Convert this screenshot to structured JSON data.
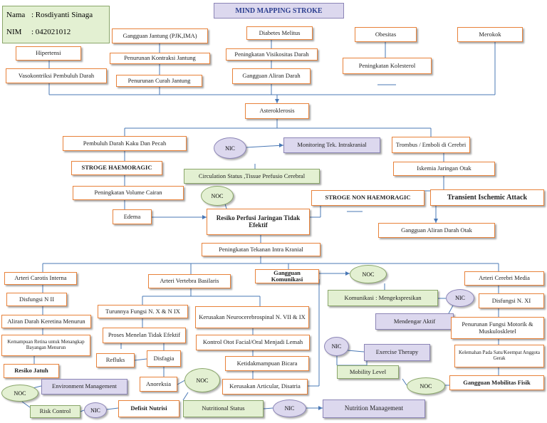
{
  "identity": {
    "name_label": "Nama",
    "name_value": ": Rosdiyanti Sinaga",
    "nim_label": "NIM",
    "nim_value": ": 042021012"
  },
  "title": "MIND MAPPING STROKE",
  "colors": {
    "box_border": "#e8823a",
    "noc_fill": "#e3f0d2",
    "nic_fill": "#dcd8ee",
    "connector": "#4a78b5"
  },
  "nodes": {
    "gangguan_jantung": "Gangguan Jantung (PJK,IMA)",
    "diabetes": "Diabetes Melitus",
    "obesitas": "Obesitas",
    "merokok": "Merokok",
    "hipertensi": "Hipertensi",
    "penurunan_kontraksi": "Penurunan Kontraksi Jantung",
    "peningkatan_viskositas": "Peningkatan Visikositas Darah",
    "vasokontriksi": "Vasokontriksi Pembuluh Darah",
    "penurunan_curah": "Penurunan Curah Jantung",
    "gangguan_aliran_darah": "Gangguan Aliran Darah",
    "peningkatan_kolesterol": "Peningkatan Kolesterol",
    "asteroklerosis": "Asteroklerosis",
    "pembuluh_kaku": "Pembuluh Darah Kaku Dan Pecah",
    "nic_monitoring": "NIC",
    "monitoring_tek": "Monitoring Tek. Intrakranial",
    "trombus": "Trombus / Emboli di Cerebri",
    "stroke_haemoragic": "STROGE HAEMORAGIC",
    "circulation_status": "Circulation Status ,Tissue Prefusio Cerebral",
    "iskemia": "Iskemia Jaringan Otak",
    "peningkatan_volume": "Peningkatan Volume Cairan",
    "noc_perfusi": "NOC",
    "stroke_non": "STROGE NON HAEMORAGIC",
    "tia": "Transient Ischemic Attack",
    "edema": "Edema",
    "resiko_perfusi": "Resiko Perfusi Jaringan Tidak Efektif",
    "gangguan_aliran_otak": "Gangguan Aliran Darah Otak",
    "peningkatan_tik": "Peningkatan Tekanan Intra Kranial",
    "arteri_carotis": "Arteri Carotis Interna",
    "arteri_vertebra": "Arteri Vertebra Basilaris",
    "gangguan_komunikasi": "Gangguan Komunikasi",
    "noc_komunikasi": "NOC",
    "arteri_cerebri": "Arteri Cerebri Media",
    "disfungsi_n2": "Disfungsi N II",
    "komunikasi_mengekspresikan": "Komunikasi : Mengekspresikan",
    "nic_mendengar": "NIC",
    "disfungsi_n11": "Disfungsi N. XI",
    "turunnya_fungsi": "Turunnya Fungsi N. X & N IX",
    "kerusakan_neuro": "Kerusakan Neurocerebrospinal N. VII & IX",
    "aliran_retina": "Aliran Darah Keretina Menurun",
    "mendengar_aktif": "Mendengar Aktif",
    "penurunan_motorik": "Penurunan Fungsi Motorik & Muskuloskletel",
    "proses_menelan": "Proses Menelan Tidak Efektif",
    "kemampuan_retina": "Kemampuan Retina untuk Menangkap Bayangan Menurun",
    "kontrol_otot": "Kontrol Otot Facial/Oral Menjadi Lemah",
    "nic_exercise": "NIC",
    "exercise_therapy": "Exercise Therapy",
    "kelemahan": "Kelemahan Pada Satu/Keempat Anggota Gerak",
    "refluks": "Refluks",
    "disfagia": "Disfagia",
    "ketidakmampuan": "Ketidakmampuan Bicara",
    "resiko_jatuh": "Resiko Jatuh",
    "mobility_level": "Mobility Level",
    "noc_environment": "NOC",
    "environment_mgmt": "Environment Management",
    "anoreksia": "Anoreksia",
    "noc_nutrisi": "NOC",
    "kerusakan_articular": "Kerusakan Articular, Disatria",
    "noc_mobilitas": "NOC",
    "gangguan_mobilitas": "Gangguan Mobilitas Fisik",
    "risk_control": "Risk Control",
    "nic_risk": "NIC",
    "defisit_nutrisi": "Defisit Nutrisi",
    "nutritional_status": "Nutritional Status",
    "nic_nutrition": "NIC",
    "nutrition_mgmt": "Nutrition Management"
  }
}
